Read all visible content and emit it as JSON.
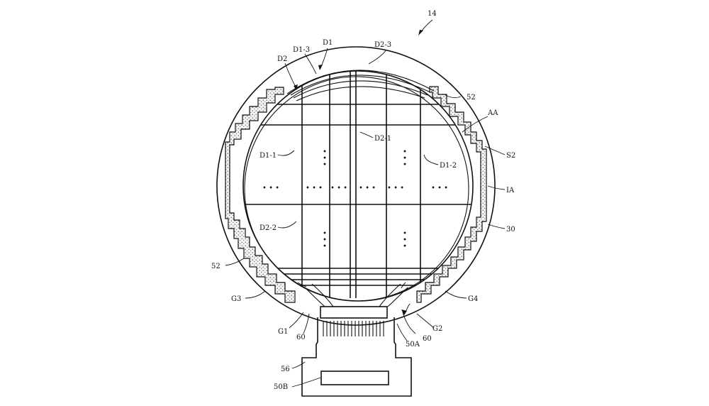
{
  "figure_number": "14",
  "labels": {
    "d1": "D1",
    "d1_3": "D1-3",
    "d2": "D2",
    "d2_3": "D2-3",
    "ref_52_top": "52",
    "aa": "AA",
    "d2_1": "D2-1",
    "d1_1": "D1-1",
    "d1_2": "D1-2",
    "s2": "S2",
    "ia": "IA",
    "d2_2": "D2-2",
    "ref_30": "30",
    "ref_52_left": "52",
    "g3": "G3",
    "g4": "G4",
    "g1": "G1",
    "ref_60_left": "60",
    "g2": "G2",
    "ref_60_right": "60",
    "ref_50a": "50A",
    "ref_56": "56",
    "ref_50b": "50B"
  },
  "ellipsis": "• • •"
}
